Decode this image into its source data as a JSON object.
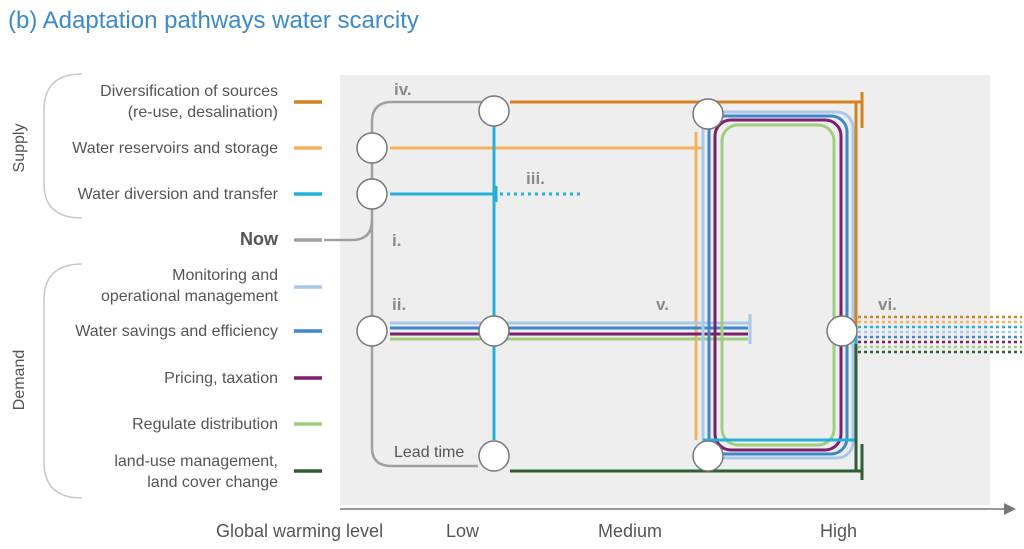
{
  "title": "(b) Adaptation pathways water scarcity",
  "groups": {
    "supply": "Supply",
    "demand": "Demand"
  },
  "now_label": "Now",
  "options": {
    "diversification_line1": "Diversification of sources",
    "diversification_line2": "(re-use, desalination)",
    "reservoirs": "Water reservoirs and storage",
    "diversion": "Water diversion and transfer",
    "monitoring_line1": "Monitoring and",
    "monitoring_line2": "operational management",
    "savings": "Water savings and efficiency",
    "pricing": "Pricing, taxation",
    "regulate": "Regulate distribution",
    "landuse_line1": "land-use management,",
    "landuse_line2": "land cover change"
  },
  "colors": {
    "diversification": "#d4821f",
    "reservoirs": "#f4b15e",
    "diversion": "#25b0d8",
    "monitoring": "#a9c8ea",
    "savings": "#3f87c8",
    "pricing": "#7b1f6e",
    "regulate": "#9fcf7d",
    "landuse": "#2f5e34",
    "now": "#a0a0a0",
    "panel": "#eeeeee",
    "title": "#3d8ac9"
  },
  "annotations": {
    "i": "i.",
    "ii": "ii.",
    "iii": "iii.",
    "iv": "iv.",
    "v": "v.",
    "vi": "vi.",
    "lead_time": "Lead time"
  },
  "axis": {
    "label": "Global warming level",
    "ticks": [
      "Low",
      "Medium",
      "High"
    ]
  }
}
